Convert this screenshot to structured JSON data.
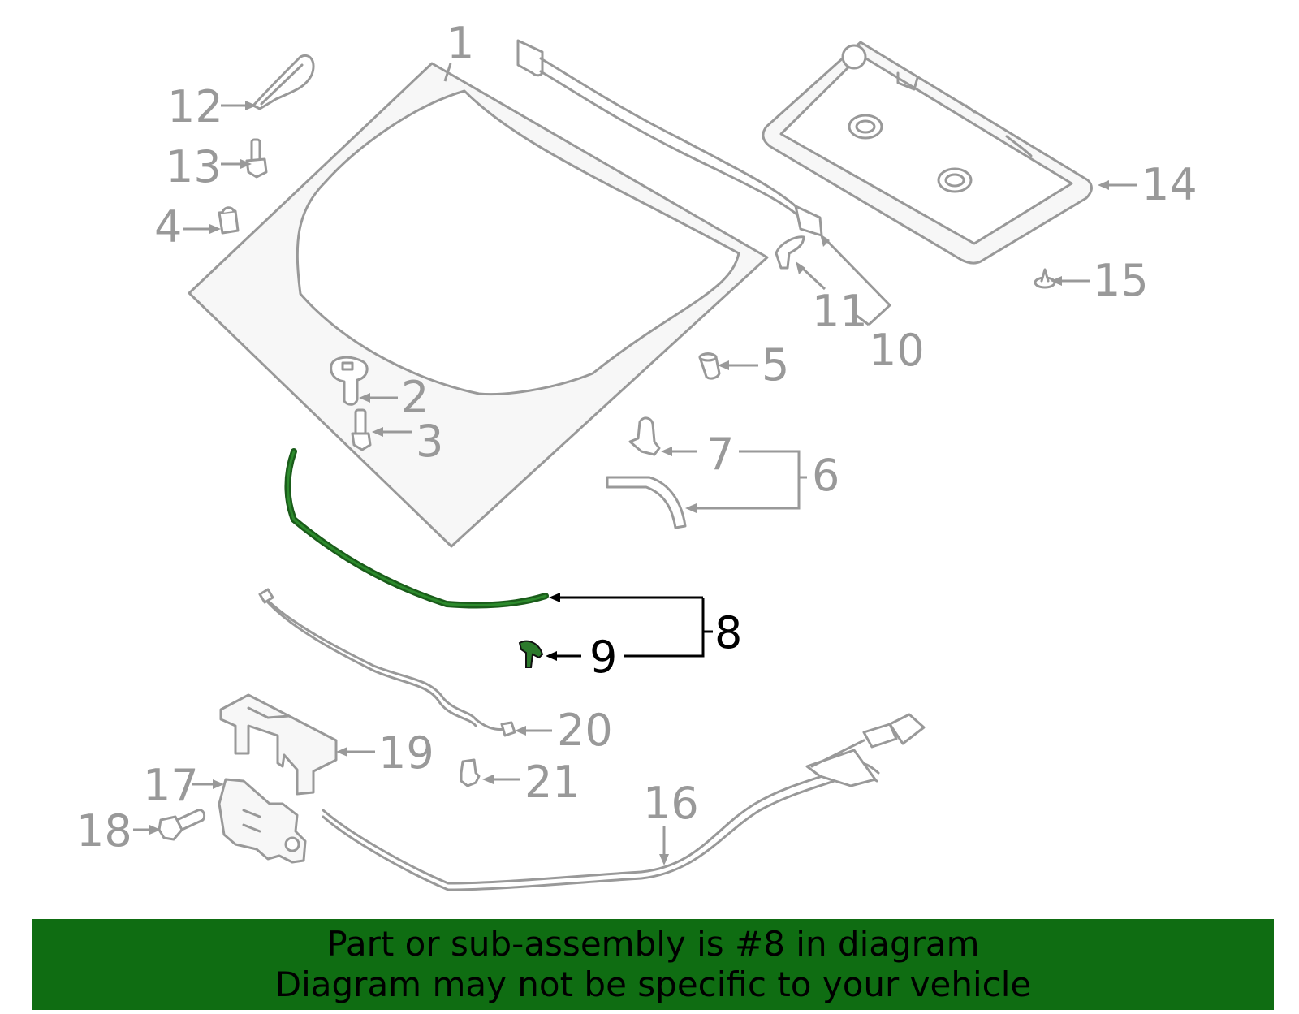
{
  "callouts": {
    "c1": "1",
    "c2": "2",
    "c3": "3",
    "c4": "4",
    "c5": "5",
    "c6": "6",
    "c7": "7",
    "c8": "8",
    "c9": "9",
    "c10": "10",
    "c11": "11",
    "c12": "12",
    "c13": "13",
    "c14": "14",
    "c15": "15",
    "c16": "16",
    "c17": "17",
    "c18": "18",
    "c19": "19",
    "c20": "20",
    "c21": "21"
  },
  "highlight": {
    "part": "8",
    "color": "#2c7a2c"
  },
  "banner": {
    "line1": "Part or sub-assembly is #8 in diagram",
    "line2": "Diagram may not be specific to your vehicle",
    "background": "#0f6d12"
  }
}
